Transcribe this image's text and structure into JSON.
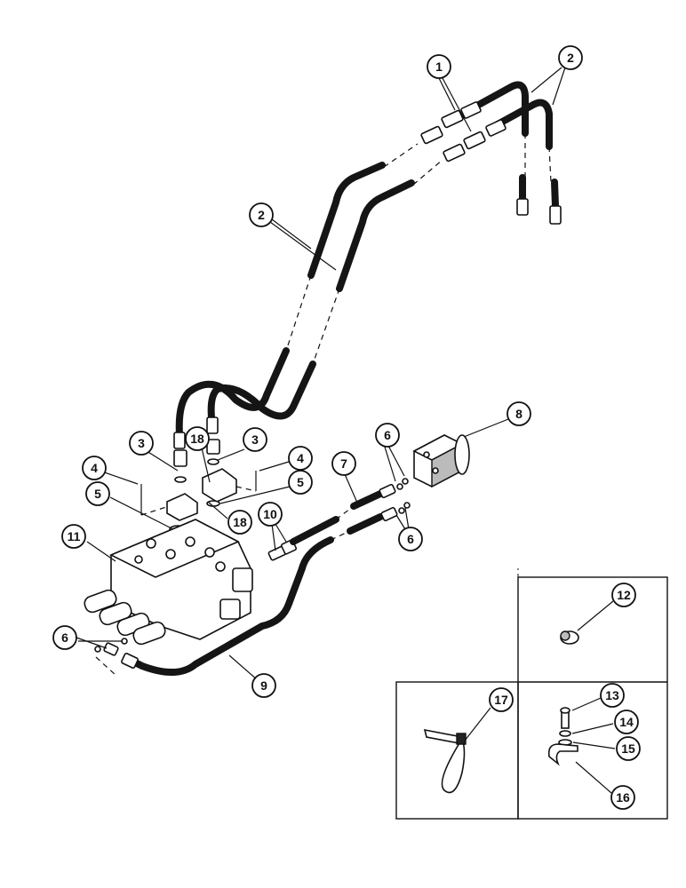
{
  "callouts": [
    "1",
    "2",
    "2",
    "3",
    "3",
    "4",
    "4",
    "5",
    "5",
    "6",
    "6",
    "6",
    "7",
    "8",
    "9",
    "10",
    "11",
    "12",
    "13",
    "14",
    "15",
    "16",
    "17",
    "18",
    "18"
  ]
}
